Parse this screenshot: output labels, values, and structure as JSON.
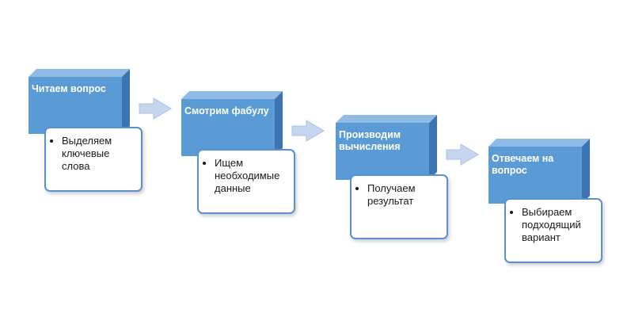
{
  "colors": {
    "box_front": "#5b9bd5",
    "box_top": "#8fbbe6",
    "box_side": "#3c74b4",
    "arrow_fill": "#c5d6ee",
    "arrow_stroke": "#a9c1e2",
    "card_border": "#5b8fd0"
  },
  "steps": [
    {
      "title": "Читаем вопрос",
      "bullet": "Выделяем ключевые слова"
    },
    {
      "title": "Смотрим фабулу",
      "bullet": "Ищем необходимые данные"
    },
    {
      "title": "Производим вычисления",
      "bullet": "Получаем результат"
    },
    {
      "title": "Отвечаем на вопрос",
      "bullet": "Выбираем подходящий вариант"
    }
  ]
}
